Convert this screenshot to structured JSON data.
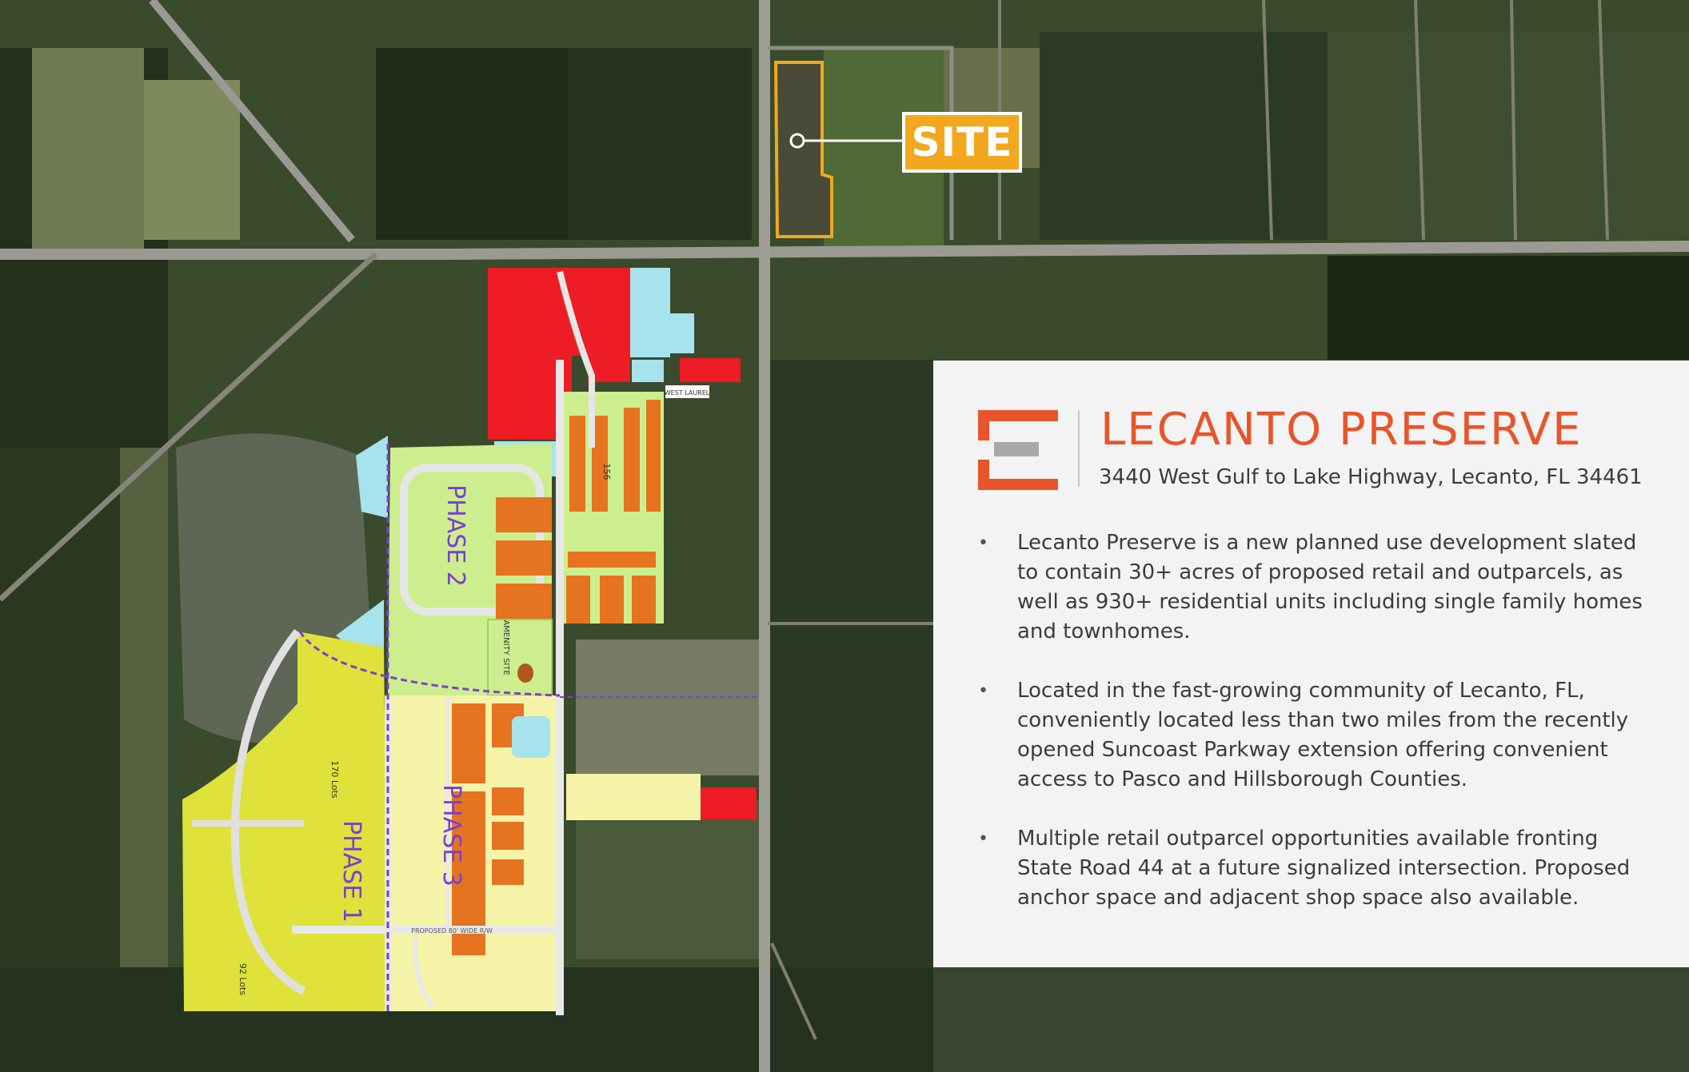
{
  "site_label": "SITE",
  "project": {
    "title": "LECANTO PRESERVE",
    "address": "3440 West Gulf to Lake Highway, Lecanto, FL 34461"
  },
  "bullets": [
    "Lecanto Preserve is a new planned use development slated to  contain 30+ acres of proposed retail and outparcels, as well as 930+ residential units including single family homes and townhomes.",
    "Located in the fast-growing community of Lecanto, FL, conveniently located less than two miles from the recently opened Suncoast Parkway extension offering convenient access to Pasco and Hillsborough Counties.",
    "Multiple retail outparcel opportunities available fronting State Road 44 at a future signalized intersection. Proposed anchor space and adjacent shop space also available."
  ],
  "plan_labels": {
    "phase1": "PHASE 1",
    "phase2": "PHASE 2",
    "phase3": "PHASE 3",
    "amenity": "AMENITY SITE",
    "west_laurel": "WEST LAUREL",
    "proposed_row": "PROPOSED 80' WIDE R/W",
    "lots_170": "170 Lots",
    "lots_92": "92 Lots",
    "lots_156": "156"
  },
  "colors": {
    "site_orange": "#f2a81d",
    "brand_orange": "#e8552a",
    "retail_red": "#ee1c24",
    "townhome_orange": "#e5731f",
    "residential_lightgreen": "#cdee8e",
    "phase1_yellow": "#dfe23a",
    "phase3_yellow": "#f5f3a8",
    "pond_blue": "#a6e3ec"
  }
}
